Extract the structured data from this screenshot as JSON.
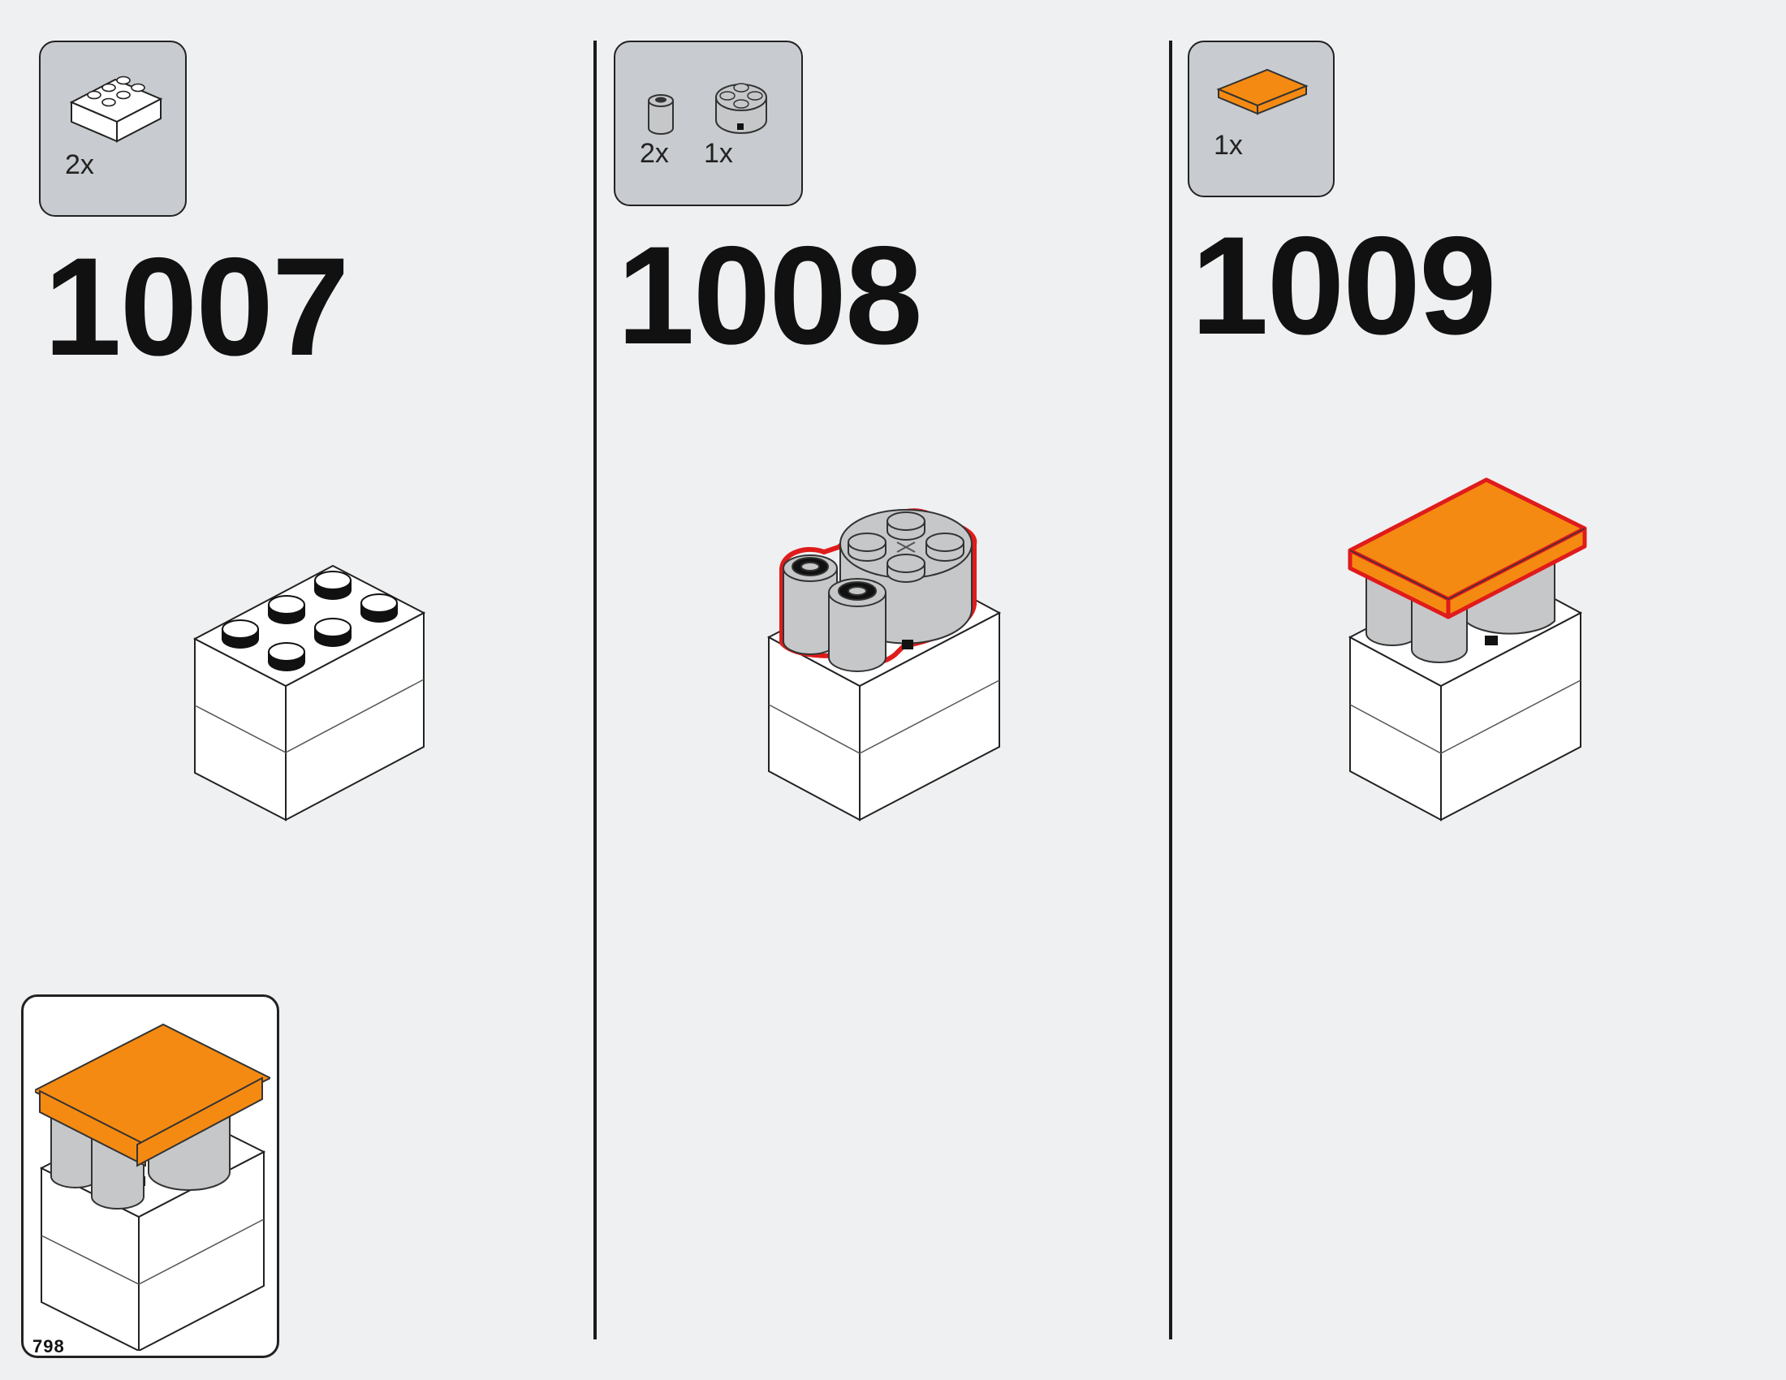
{
  "page_number": "798",
  "colors": {
    "background": "#eef0f2",
    "parts_box": "#c8cbcf",
    "white_brick": "#ffffff",
    "light_gray_part": "#c5c7c9",
    "orange_tile": "#f58a12",
    "highlight_outline": "#e01b1b"
  },
  "steps": [
    {
      "number": "1007",
      "parts": [
        {
          "icon": "white-brick-2x3-icon",
          "qty": "2x"
        }
      ]
    },
    {
      "number": "1008",
      "parts": [
        {
          "icon": "gray-round-brick-1x1-icon",
          "qty": "2x"
        },
        {
          "icon": "gray-round-brick-2x2-icon",
          "qty": "1x"
        }
      ]
    },
    {
      "number": "1009",
      "parts": [
        {
          "icon": "orange-tile-2x3-icon",
          "qty": "1x"
        }
      ]
    }
  ]
}
